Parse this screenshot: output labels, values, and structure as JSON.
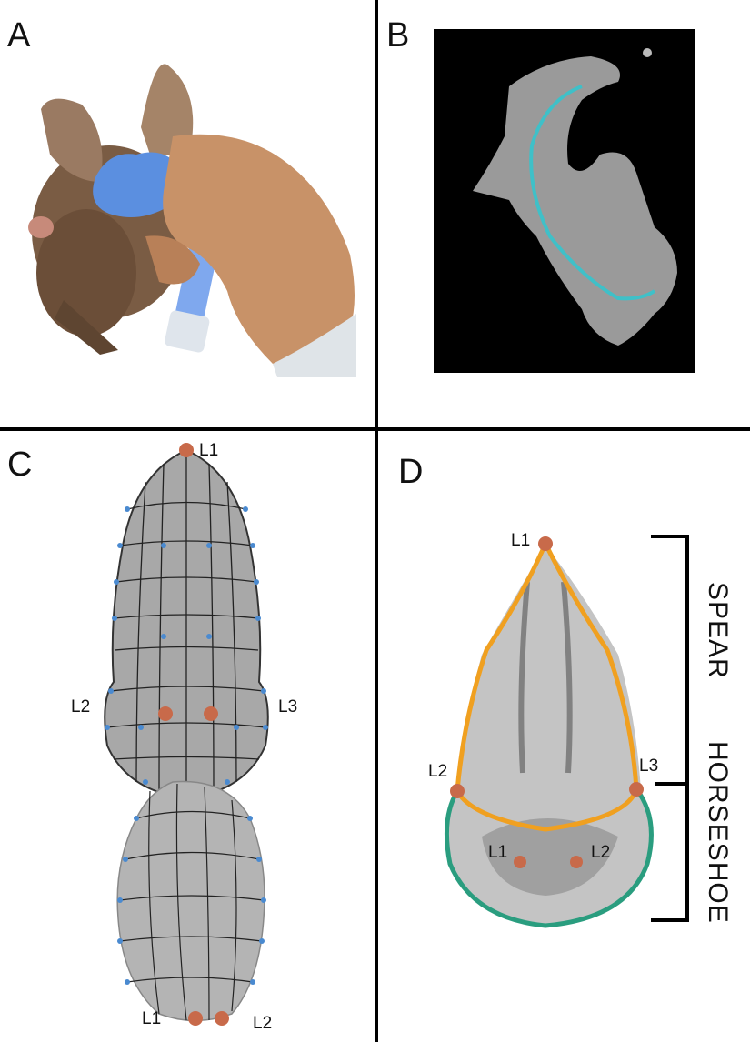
{
  "panels": {
    "a": {
      "label": "A"
    },
    "b": {
      "label": "B"
    },
    "c": {
      "label": "C",
      "landmarks": {
        "top_l1": "L1",
        "left": "L2",
        "right": "L3",
        "bottom_l1": "L1",
        "bottom_l2": "L2"
      }
    },
    "d": {
      "label": "D",
      "landmarks": {
        "top": "L1",
        "left": "L2",
        "right": "L3",
        "inner_left": "L1",
        "inner_right": "L2"
      },
      "regions": {
        "spear": "SPEAR",
        "horseshoe": "HORSESHOE"
      }
    }
  },
  "colors": {
    "spear_outline": "#f0a020",
    "horseshoe_outline": "#2a9d7f",
    "landmark": "#c86a4a",
    "mesh_point": "#4a8ad0",
    "impression_blue": "#5b8fe0",
    "ct_trace": "#3fc0c8"
  }
}
